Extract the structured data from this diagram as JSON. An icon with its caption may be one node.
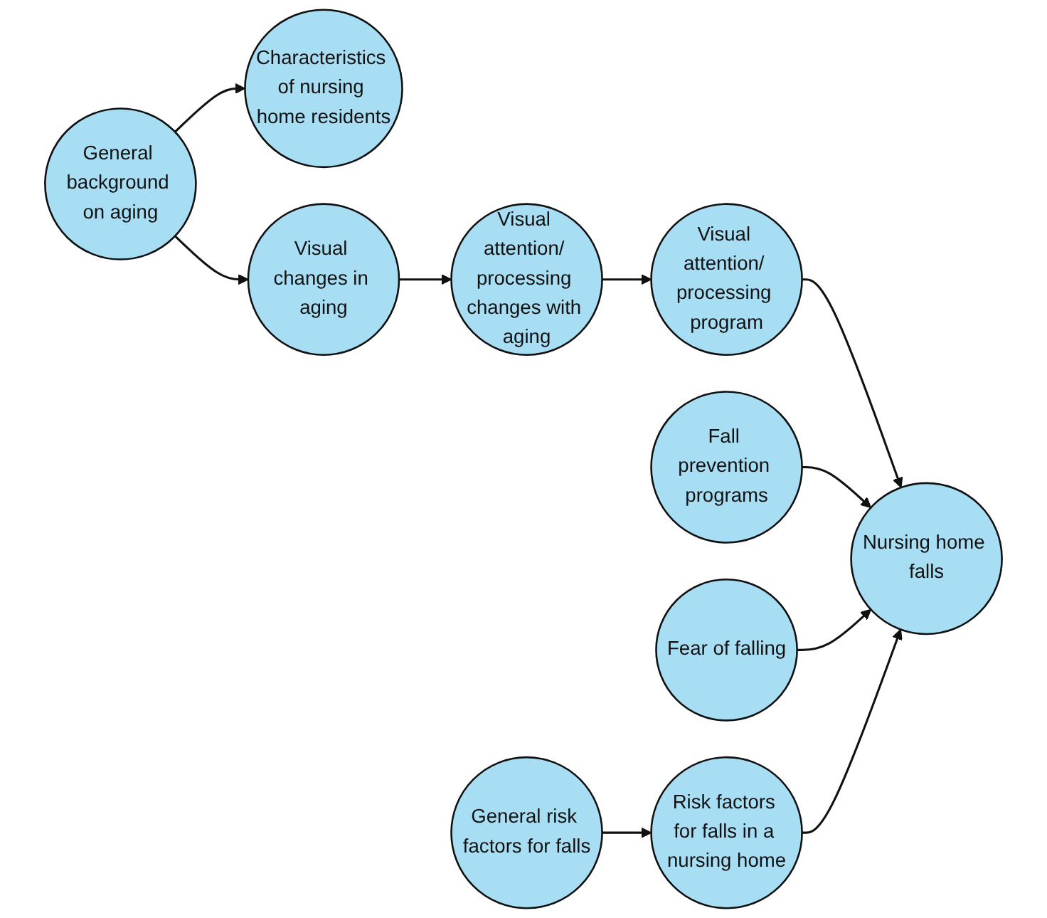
{
  "diagram": {
    "nodes": [
      {
        "text": [
          "General background on aging"
        ]
      },
      {
        "text": [
          "Characteristics of nursing home residents"
        ]
      },
      {
        "text": [
          "Visual changes in aging"
        ]
      },
      {
        "text": [
          "Fall prevention programs"
        ]
      },
      {
        "text": [
          "Visual attention/ processing changes with aging"
        ]
      },
      {
        "text": [
          "Nursing home falls"
        ]
      },
      {
        "text": [
          "Fear of falling"
        ]
      },
      {
        "text": [
          "Visual attention/ processing program"
        ]
      },
      {
        "text": [
          "Risk factors for falls in a nursing home"
        ]
      },
      {
        "text": [
          "General risk factors for falls"
        ]
      }
    ],
    "edges": [
      {
        "from": 0,
        "to": 1,
        "arrow": "to"
      },
      {
        "from": 0,
        "to": 2,
        "arrow": "to"
      },
      {
        "from": 2,
        "to": 4,
        "arrow": "to"
      },
      {
        "from": 4,
        "to": 7,
        "arrow": "to"
      },
      {
        "from": 7,
        "to": 5,
        "arrow": "to"
      },
      {
        "from": 3,
        "to": 5,
        "arrow": "to"
      },
      {
        "from": 6,
        "to": 5,
        "arrow": "to"
      },
      {
        "from": 8,
        "to": 5,
        "arrow": "to"
      },
      {
        "from": 9,
        "to": 8,
        "arrow": "to"
      }
    ]
  }
}
